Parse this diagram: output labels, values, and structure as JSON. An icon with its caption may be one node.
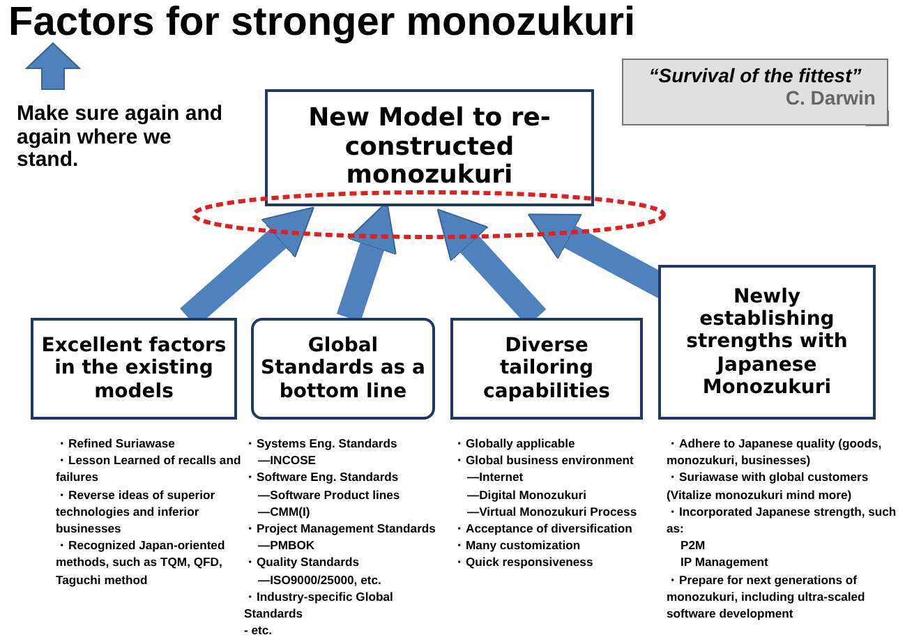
{
  "diagram": {
    "title": "Factors for stronger monozukuri",
    "nodes": [
      {
        "text": [
          "New Model to re-constructed monozukuri"
        ]
      },
      {
        "text": [],
        "shape": "ellipse"
      },
      {
        "text": [
          "Excellent factors in the existing models"
        ],
        "beside": [
          "・Refined Suriawase",
          "・Lesson Learned of recalls and failures",
          "・Reverse ideas of superior technologies and inferior businesses",
          "・Recognized Japan-oriented methods, such as TQM, QFD, Taguchi method"
        ]
      },
      {
        "text": [
          "Global Standards as a bottom line"
        ],
        "beside": [
          "・Systems Eng. Standards",
          "—INCOSE",
          "・Software Eng. Standards",
          "—Software Product lines",
          "—CMM(I)",
          "・Project Management Standards",
          "—PMBOK",
          "・Quality Standards",
          "—ISO9000/25000, etc.",
          "・Industry-specific Global Standards",
          "- etc."
        ]
      },
      {
        "text": [
          "Diverse tailoring capabilities"
        ],
        "beside": [
          "・Globally applicable",
          "・Global business environment",
          "—Internet",
          "—Digital Monozukuri",
          "—Virtual Monozukuri Process",
          "・Acceptance of diversification",
          "・Many customization",
          "・Quick responsiveness"
        ]
      },
      {
        "text": [
          "Newly establishing strengths with Japanese Monozukuri"
        ],
        "beside": [
          "・Adhere to Japanese quality (goods, monozukuri, businesses)",
          "・Suriawase with global customers (Vitalize monozukuri mind more)",
          "・Incorporated Japanese strength, such as:",
          "P2M",
          "IP Management",
          "・Prepare for next generations of monozukuri, including ultra-scaled software development"
        ]
      },
      {
        "text": [
          "“Survival of the fittest”",
          "C. Darwin"
        ]
      }
    ],
    "edges": [
      {
        "from": 2,
        "to": 1,
        "arrow": "to"
      },
      {
        "from": 3,
        "to": 1,
        "arrow": "to"
      },
      {
        "from": 4,
        "to": 1,
        "arrow": "to"
      },
      {
        "from": 5,
        "to": 1,
        "arrow": "to"
      }
    ],
    "labels": [
      "Make sure again and again where we stand."
    ]
  }
}
